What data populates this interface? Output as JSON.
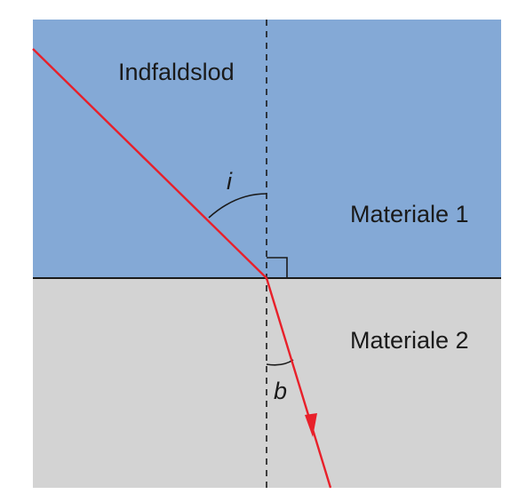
{
  "diagram": {
    "labels": {
      "normal": "Indfaldslod",
      "incidence_angle": "i",
      "refraction_angle": "b",
      "medium_1": "Materiale 1",
      "medium_2": "Materiale 2"
    },
    "colors": {
      "medium_1_fill": "#84a9d6",
      "medium_2_fill": "#d3d3d3",
      "ray": "#e8202a",
      "lines": "#1a1a1a"
    }
  }
}
